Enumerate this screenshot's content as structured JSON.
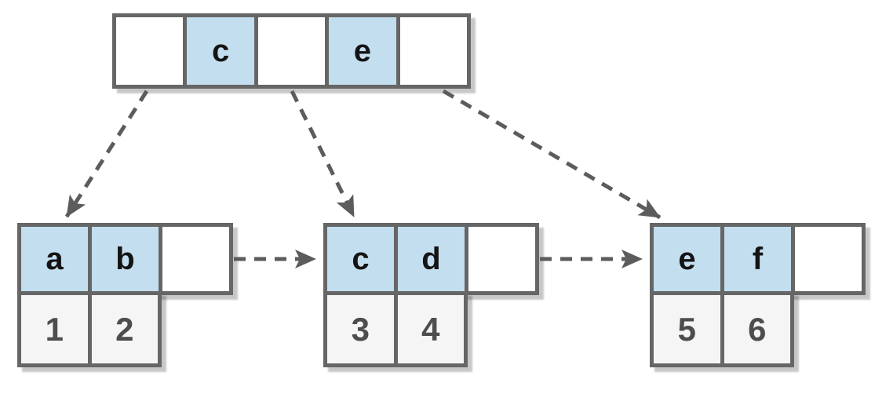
{
  "diagram": {
    "kind": "b-plus-tree",
    "root": {
      "cells": [
        "",
        "c",
        "",
        "e",
        ""
      ],
      "highlighted_indices": [
        1,
        3
      ]
    },
    "leaves": [
      {
        "keys": [
          "a",
          "b",
          ""
        ],
        "values": [
          "1",
          "2"
        ]
      },
      {
        "keys": [
          "c",
          "d",
          ""
        ],
        "values": [
          "3",
          "4"
        ]
      },
      {
        "keys": [
          "e",
          "f",
          ""
        ],
        "values": [
          "5",
          "6"
        ]
      }
    ],
    "edges": [
      {
        "from": "root",
        "to": "leaf-1",
        "style": "dashed-arrow"
      },
      {
        "from": "root",
        "to": "leaf-2",
        "style": "dashed-arrow"
      },
      {
        "from": "root",
        "to": "leaf-3",
        "style": "dashed-arrow"
      },
      {
        "from": "leaf-1",
        "to": "leaf-2",
        "style": "dashed-arrow"
      },
      {
        "from": "leaf-2",
        "to": "leaf-3",
        "style": "dashed-arrow"
      }
    ],
    "colors": {
      "highlight_fill": "#C3DEEF",
      "cell_border": "#666666",
      "value_fill": "#F5F5F5",
      "arrow": "#5C5C5C",
      "key_text": "#141414",
      "value_text": "#4D4D4D",
      "background": "#FFFFFF"
    }
  }
}
